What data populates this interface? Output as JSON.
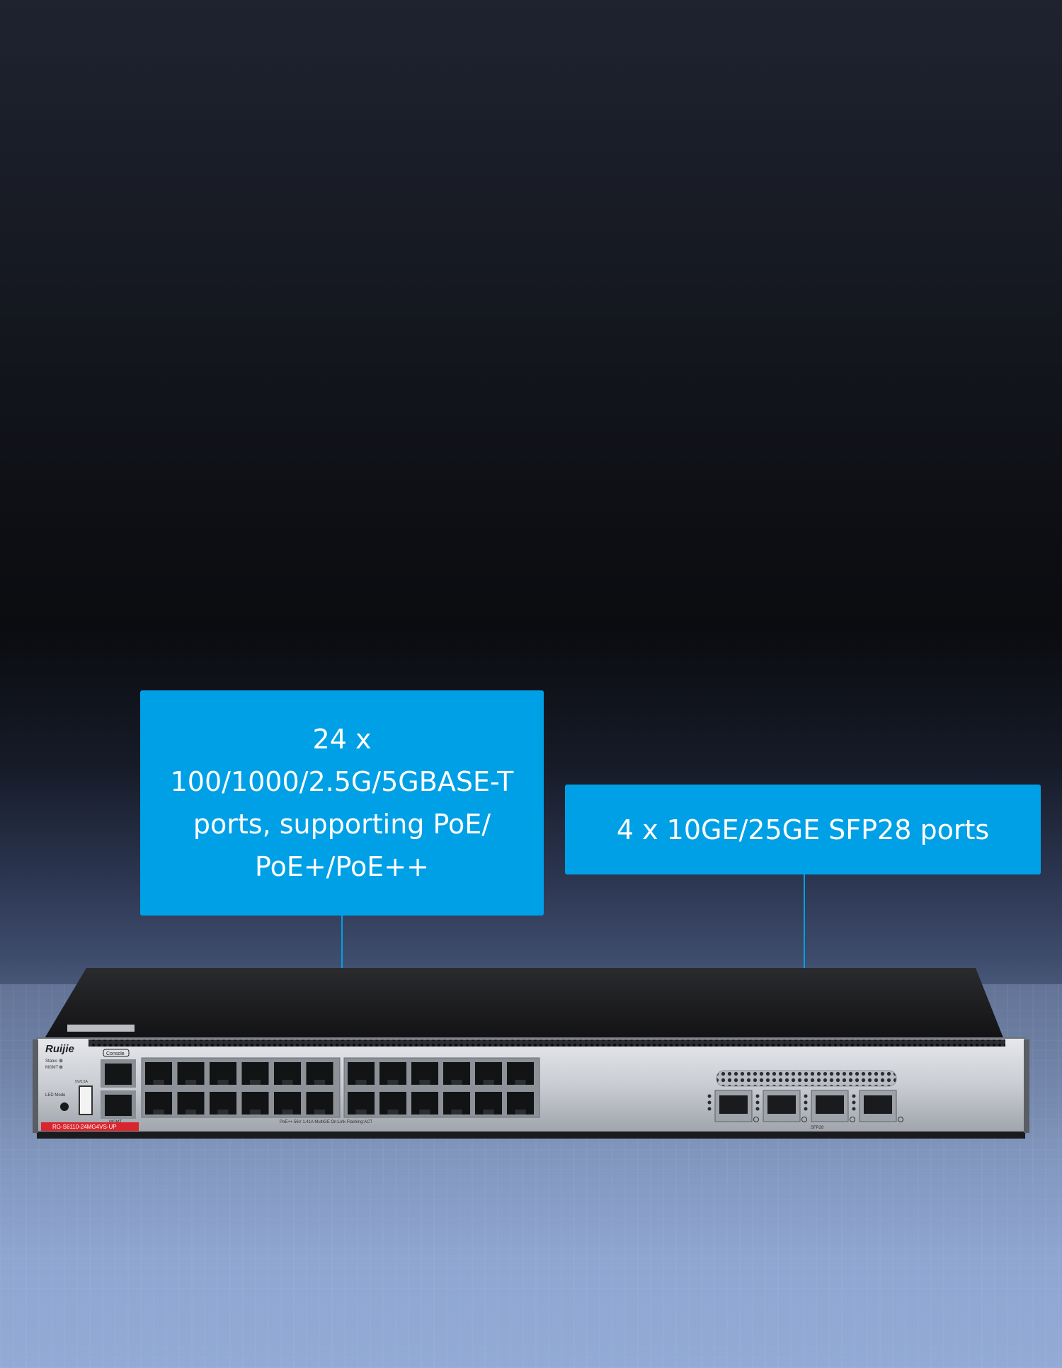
{
  "callouts": {
    "left": {
      "text": "24 x 100/1000/2.5G/5GBASE-T ports, supporting PoE/ PoE+/PoE++"
    },
    "right": {
      "text": "4 x 10GE/25GE SFP28 ports"
    }
  },
  "device": {
    "brand": "Ruijie",
    "model": "RG-S6110-24MG4VS-UP",
    "console_label": "Console",
    "mgmt_label": "MGMT",
    "status_label": "Status",
    "mgmt_led_label": "MGMT",
    "led_mode_label": "LED Mode",
    "usb_label": "5V/0.5A",
    "bottom_legend": "PoE++ 56V 1.41A  MultiGE  On:Link  Flashing:ACT",
    "sfp_label": "SFP28"
  },
  "colors": {
    "accent": "#00a0e6",
    "label_red": "#d9252c"
  }
}
